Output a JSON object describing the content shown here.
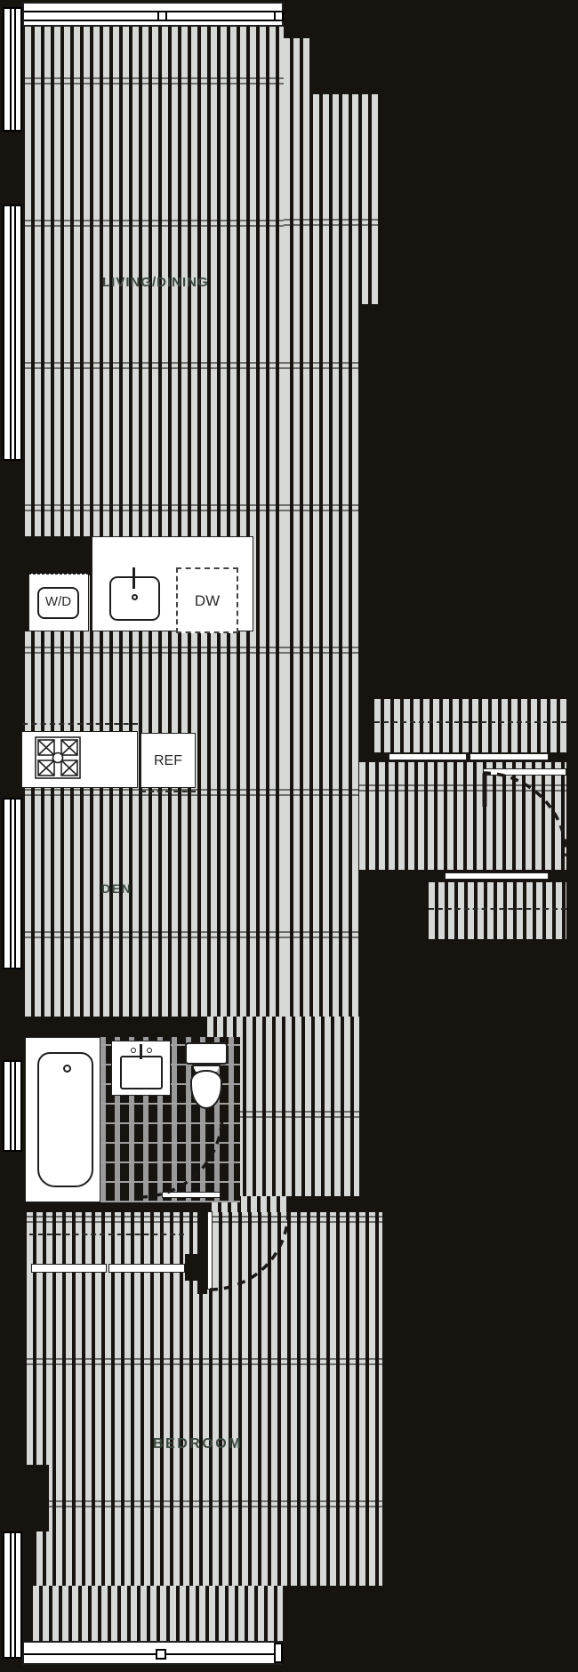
{
  "plan": {
    "title": "apartment-floor-plan",
    "rooms": {
      "living": {
        "label": "LIVING/DINING"
      },
      "den": {
        "label": "DEN"
      },
      "bedroom": {
        "label": "BEDROOM"
      }
    },
    "appliances": {
      "washer_dryer": {
        "label": "W/D"
      },
      "dishwasher": {
        "label": "DW"
      },
      "refrigerator": {
        "label": "REF"
      }
    },
    "fixtures": [
      "kitchen-sink",
      "range-stove",
      "bathtub",
      "bathroom-sink",
      "toilet"
    ],
    "colors": {
      "ink": "#17140f",
      "plank": "#d6d9d6",
      "tile": "#a0a0a0",
      "label": "#3c4a3e",
      "line": "#1f1f1f",
      "white": "#ffffff"
    }
  }
}
